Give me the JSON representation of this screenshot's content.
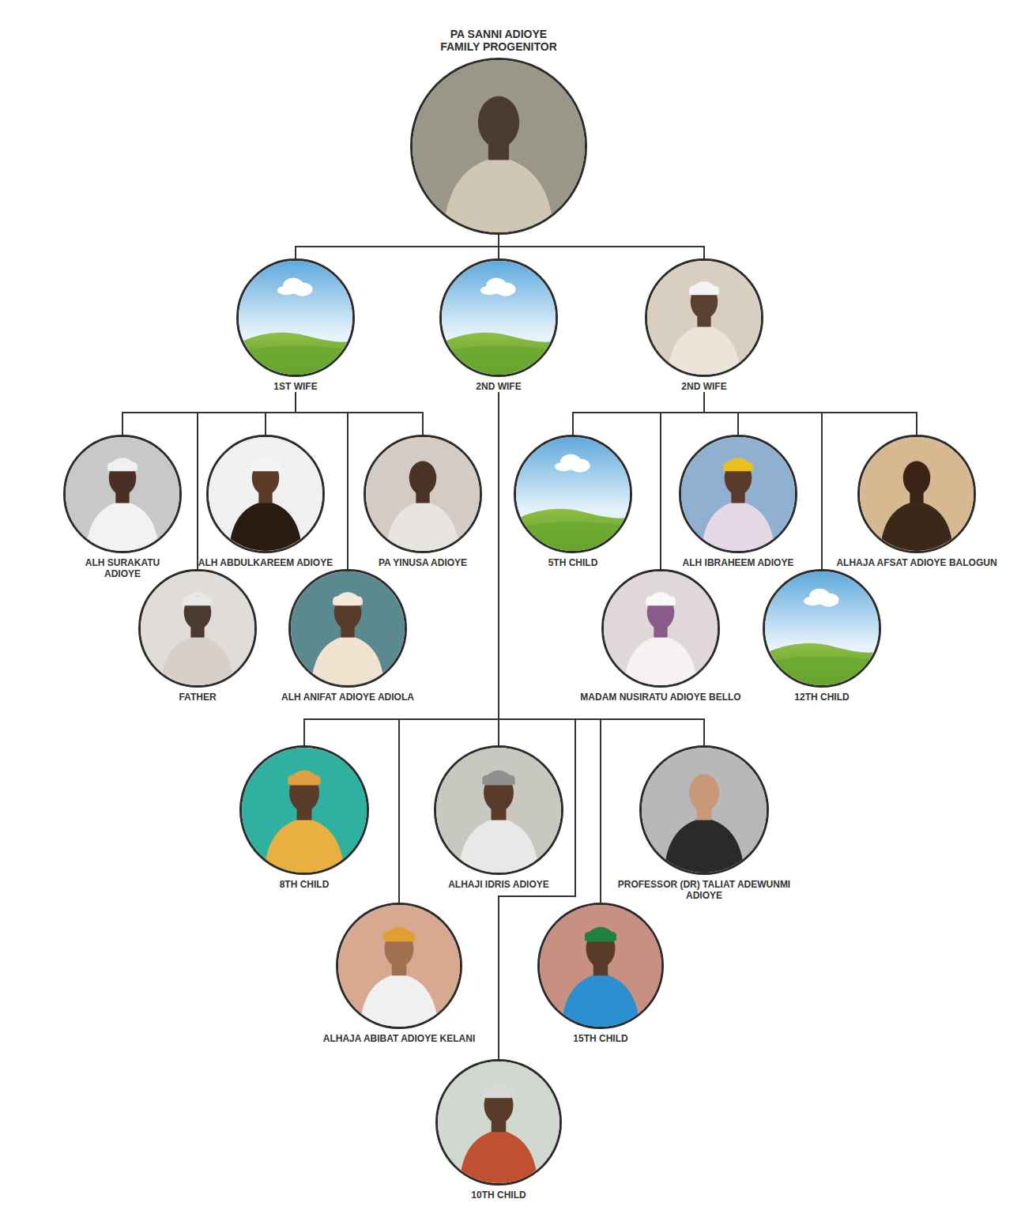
{
  "diagram": {
    "nodes": [
      {
        "text": [
          "PA SANNI ADIOYE FAMILY PROGENITOR"
        ]
      },
      {
        "text": [
          "1ST WIFE"
        ]
      },
      {
        "text": [
          "2ND WIFE"
        ]
      },
      {
        "text": [
          "2ND WIFE"
        ]
      },
      {
        "text": [
          "ALH SURAKATU ADIOYE"
        ]
      },
      {
        "text": [
          "ALH ABDULKAREEM ADIOYE"
        ]
      },
      {
        "text": [
          "PA YINUSA ADIOYE"
        ]
      },
      {
        "text": [
          "5TH CHILD"
        ]
      },
      {
        "text": [
          "ALH IBRAHEEM ADIOYE"
        ]
      },
      {
        "text": [
          "ALHAJA AFSAT ADIOYE BALOGUN"
        ]
      },
      {
        "text": [
          "FATHER"
        ]
      },
      {
        "text": [
          "ALH ANIFAT ADIOYE ADIOLA"
        ]
      },
      {
        "text": [
          "MADAM NUSIRATU ADIOYE BELLO"
        ]
      },
      {
        "text": [
          "12TH CHILD"
        ]
      },
      {
        "text": [
          "8TH CHILD"
        ]
      },
      {
        "text": [
          "ALHAJI IDRIS ADIOYE"
        ]
      },
      {
        "text": [
          "PROFESSOR (DR) TALIAT ADEWUNMI ADIOYE"
        ]
      },
      {
        "text": [
          "ALHAJA ABIBAT ADIOYE KELANI"
        ]
      },
      {
        "text": [
          "15TH CHILD"
        ]
      },
      {
        "text": [
          "10TH CHILD"
        ]
      }
    ],
    "edges": [
      {
        "from": 0,
        "to": 1,
        "arrow": "none"
      },
      {
        "from": 0,
        "to": 2,
        "arrow": "none"
      },
      {
        "from": 0,
        "to": 3,
        "arrow": "none"
      },
      {
        "from": 1,
        "to": 4,
        "arrow": "none"
      },
      {
        "from": 1,
        "to": 5,
        "arrow": "none"
      },
      {
        "from": 1,
        "to": 6,
        "arrow": "none"
      },
      {
        "from": 1,
        "to": 10,
        "arrow": "none"
      },
      {
        "from": 1,
        "to": 11,
        "arrow": "none"
      },
      {
        "from": 3,
        "to": 7,
        "arrow": "none"
      },
      {
        "from": 3,
        "to": 8,
        "arrow": "none"
      },
      {
        "from": 3,
        "to": 9,
        "arrow": "none"
      },
      {
        "from": 3,
        "to": 12,
        "arrow": "none"
      },
      {
        "from": 3,
        "to": 13,
        "arrow": "none"
      },
      {
        "from": 2,
        "to": 14,
        "arrow": "none"
      },
      {
        "from": 2,
        "to": 15,
        "arrow": "none"
      },
      {
        "from": 2,
        "to": 16,
        "arrow": "none"
      },
      {
        "from": 2,
        "to": 17,
        "arrow": "none"
      },
      {
        "from": 2,
        "to": 18,
        "arrow": "none"
      },
      {
        "from": 2,
        "to": 19,
        "arrow": "none"
      }
    ]
  }
}
